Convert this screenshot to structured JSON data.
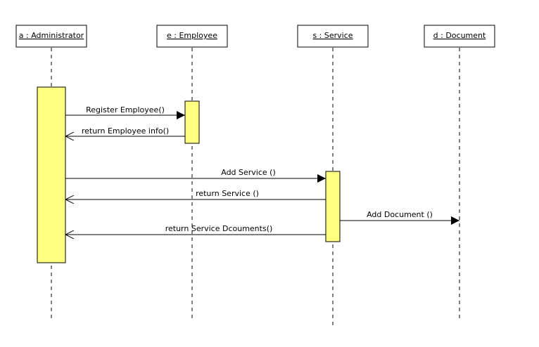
{
  "colors": {
    "activation_fill": "#ffff80",
    "stroke": "#000000",
    "background": "#ffffff"
  },
  "lifelines": [
    {
      "id": "a",
      "label": "a : Administrator"
    },
    {
      "id": "e",
      "label": "e : Employee"
    },
    {
      "id": "s",
      "label": "s : Service"
    },
    {
      "id": "d",
      "label": "d : Document"
    }
  ],
  "messages": [
    {
      "from": "a",
      "to": "e",
      "label": "Register Employee()",
      "kind": "call"
    },
    {
      "from": "e",
      "to": "a",
      "label": "return Employee info()",
      "kind": "return"
    },
    {
      "from": "a",
      "to": "s",
      "label": "Add Service ()",
      "kind": "call"
    },
    {
      "from": "s",
      "to": "a",
      "label": "return Service ()",
      "kind": "return"
    },
    {
      "from": "s",
      "to": "d",
      "label": "Add Document ()",
      "kind": "call"
    },
    {
      "from": "s",
      "to": "a",
      "label": "return Service Dcouments()",
      "kind": "return"
    }
  ]
}
